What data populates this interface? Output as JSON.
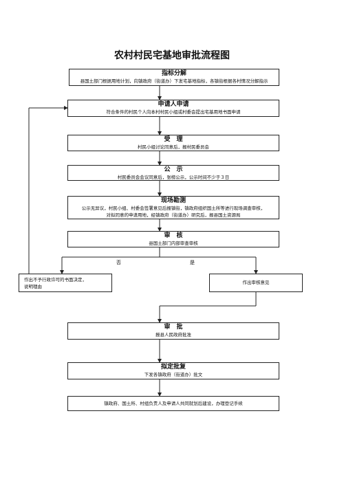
{
  "title": "农村村民宅基地审批流程图",
  "steps": [
    {
      "title": "指标分解",
      "desc": [
        "县国土部门根据用地计划，向镇政府（街道办）下发宅基地指标，各镇街根据各村情况分解指示"
      ]
    },
    {
      "title": "申请人申请",
      "desc": [
        "符合条件的村民个人向本村村民小组或村委会提出宅基用地书面申请"
      ]
    },
    {
      "title": "受　理",
      "desc": [
        "村民小组讨论同意后，报村民委员会"
      ]
    },
    {
      "title": "公　示",
      "desc": [
        "村民委员会会议同意后，张榜公示，公示时间不少于３日"
      ]
    },
    {
      "title": "现场勘测",
      "desc": [
        "公示无异议，村民小组、村委会签署意见后报镇街，镇政府组织国土所等进行现场调查审核，",
        "对拟同意的申请用地，经镇政府（街道办）研究后，报县国土资源局"
      ]
    },
    {
      "title": "审　核",
      "desc": [
        "县国土部门内部审查审核"
      ]
    },
    {
      "title": "审　批",
      "desc": [
        "报县人民政府批准"
      ]
    },
    {
      "title": "拟定批复",
      "desc": [
        "下发各镇政府（街道办）批文"
      ]
    },
    {
      "title": "",
      "desc": [
        "镇政府、国土所、村组负责人及申请人共同就划后建设，办理登记手续"
      ]
    }
  ],
  "branch": {
    "no_label": "否",
    "yes_label": "是",
    "reject_box": [
      "作出不予行政许可的书面决定，",
      "说明理由"
    ],
    "approve_box": [
      "作出审核意见"
    ]
  }
}
